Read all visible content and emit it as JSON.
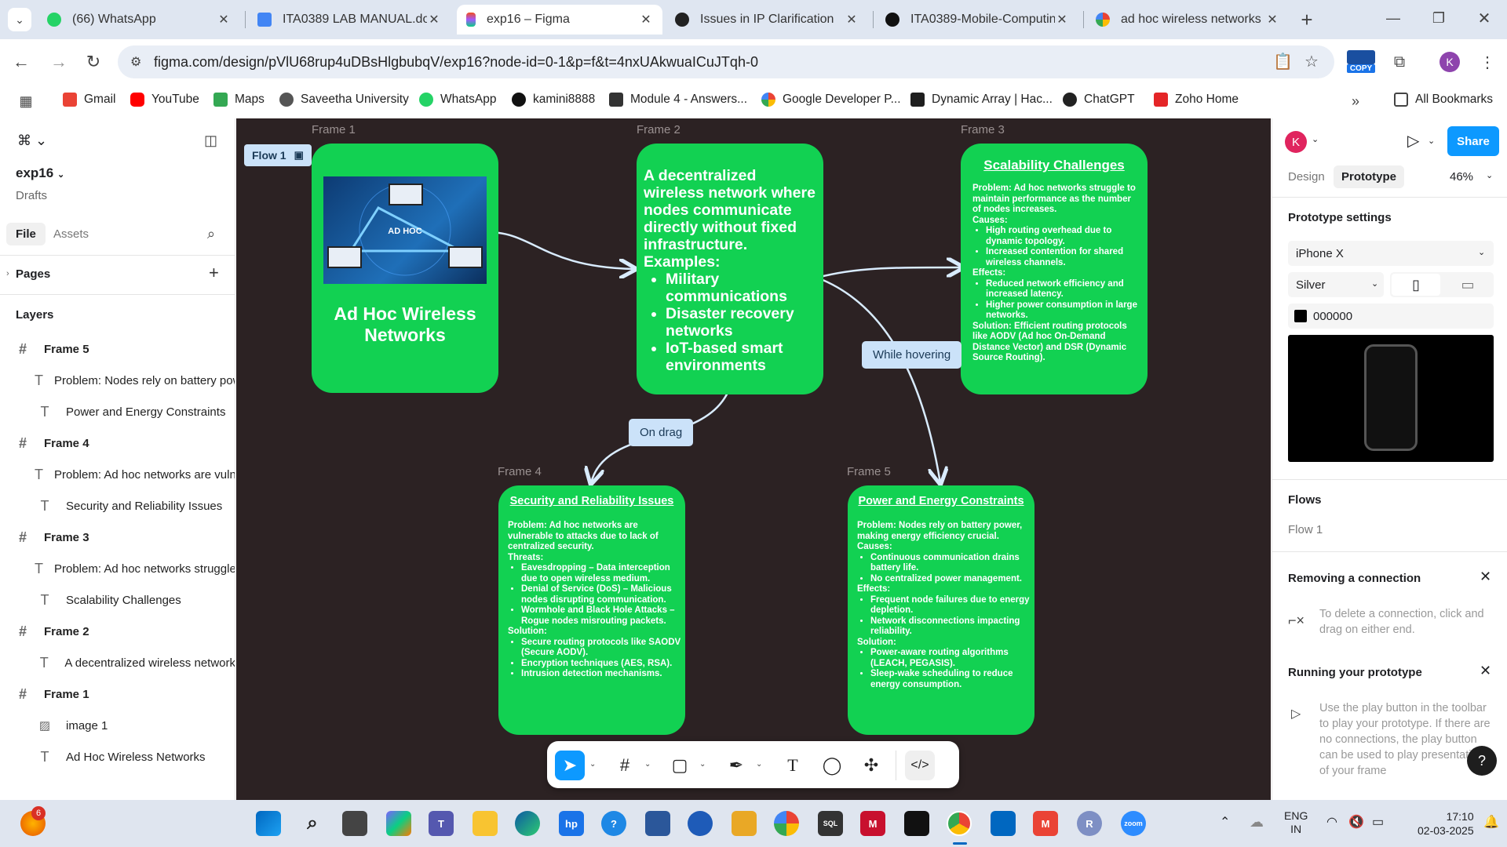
{
  "tabs": [
    {
      "title": "(66) WhatsApp",
      "favicon": "whatsapp-icon",
      "active": false
    },
    {
      "title": "ITA0389 LAB MANUAL.doc",
      "favicon": "google-docs-icon",
      "active": false
    },
    {
      "title": "exp16 – Figma",
      "favicon": "figma-icon",
      "active": true
    },
    {
      "title": "Issues in IP Clarification",
      "favicon": "chatgpt-icon",
      "active": false
    },
    {
      "title": "ITA0389-Mobile-Computin",
      "favicon": "github-icon",
      "active": false
    },
    {
      "title": "ad hoc wireless networks",
      "favicon": "google-icon",
      "active": false
    }
  ],
  "address_bar": {
    "url": "figma.com/design/pVlU68rup4uDBsHlgbubqV/exp16?node-id=0-1&p=f&t=4nxUAkwuaICuJTqh-0"
  },
  "extensions": {
    "copy_badge": "COPY",
    "profile_initial": "K"
  },
  "bookmarks": [
    {
      "label": "Gmail",
      "icon": "gmail-icon"
    },
    {
      "label": "YouTube",
      "icon": "youtube-icon"
    },
    {
      "label": "Maps",
      "icon": "maps-icon"
    },
    {
      "label": "Saveetha University",
      "icon": "globe-icon"
    },
    {
      "label": "WhatsApp",
      "icon": "whatsapp-icon"
    },
    {
      "label": "kamini8888",
      "icon": "github-icon"
    },
    {
      "label": "Module 4 - Answers...",
      "icon": "page-icon"
    },
    {
      "label": "Google Developer P...",
      "icon": "google-icon"
    },
    {
      "label": "Dynamic Array | Hac...",
      "icon": "hackerrank-icon"
    },
    {
      "label": "ChatGPT",
      "icon": "chatgpt-icon"
    },
    {
      "label": "Zoho Home",
      "icon": "zoho-icon"
    }
  ],
  "all_bookmarks": "All Bookmarks",
  "left_panel": {
    "file_name": "exp16",
    "location": "Drafts",
    "tab_file": "File",
    "tab_assets": "Assets",
    "pages_label": "Pages",
    "layers_label": "Layers",
    "layers": [
      {
        "type": "frame",
        "name": "Frame 5"
      },
      {
        "type": "text",
        "name": "Problem: Nodes rely on battery power"
      },
      {
        "type": "text",
        "name": "Power and Energy Constraints"
      },
      {
        "type": "frame",
        "name": "Frame 4"
      },
      {
        "type": "text",
        "name": "Problem: Ad hoc networks are vulnerable"
      },
      {
        "type": "text",
        "name": "Security and Reliability Issues"
      },
      {
        "type": "frame",
        "name": "Frame 3"
      },
      {
        "type": "text",
        "name": "Problem: Ad hoc networks struggle"
      },
      {
        "type": "text",
        "name": "Scalability Challenges"
      },
      {
        "type": "frame",
        "name": "Frame 2"
      },
      {
        "type": "text",
        "name": "A decentralized wireless network"
      },
      {
        "type": "frame",
        "name": "Frame 1"
      },
      {
        "type": "image",
        "name": "image 1"
      },
      {
        "type": "text",
        "name": "Ad Hoc Wireless Networks"
      }
    ]
  },
  "canvas": {
    "flow_label": "Flow 1",
    "frame_labels": [
      "Frame 1",
      "Frame 2",
      "Frame 3",
      "Frame 4",
      "Frame 5"
    ],
    "frame1": {
      "image_text": "AD HOC",
      "title": "Ad Hoc Wireless Networks"
    },
    "frame2": {
      "intro": "A decentralized wireless network where nodes communicate directly without fixed infrastructure.",
      "examples_label": "Examples:",
      "examples": [
        "Military communications",
        "Disaster recovery networks",
        "IoT-based smart environments"
      ]
    },
    "frame3": {
      "title": "Scalability Challenges",
      "problem": "Problem: Ad hoc networks struggle to maintain performance as the number of nodes increases.",
      "causes_label": "Causes:",
      "causes": [
        "High routing overhead due to dynamic topology.",
        "Increased contention for shared wireless channels."
      ],
      "effects_label": "Effects:",
      "effects": [
        "Reduced network efficiency and increased latency.",
        "Higher power consumption in large networks."
      ],
      "solution": "Solution: Efficient routing protocols like AODV (Ad hoc On-Demand Distance Vector) and DSR (Dynamic Source Routing)."
    },
    "frame4": {
      "title": "Security and Reliability Issues",
      "problem": "Problem: Ad hoc networks are vulnerable to attacks due to lack of centralized security.",
      "threats_label": "Threats:",
      "threats": [
        "Eavesdropping – Data interception due to open wireless medium.",
        "Denial of Service (DoS) – Malicious nodes disrupting communication.",
        "Wormhole and Black Hole Attacks – Rogue nodes misrouting packets."
      ],
      "solution_label": "Solution:",
      "solutions": [
        "Secure routing protocols like SAODV (Secure AODV).",
        "Encryption techniques (AES, RSA).",
        "Intrusion detection mechanisms."
      ]
    },
    "frame5": {
      "title": "Power and Energy Constraints",
      "problem": "Problem: Nodes rely on battery power, making energy efficiency crucial.",
      "causes_label": "Causes:",
      "causes": [
        "Continuous communication drains battery life.",
        "No centralized power management."
      ],
      "effects_label": "Effects:",
      "effects": [
        "Frequent node failures due to energy depletion.",
        "Network disconnections impacting reliability."
      ],
      "solution_label": "Solution:",
      "solutions": [
        "Power-aware routing algorithms (LEACH, PEGASIS).",
        "Sleep-wake scheduling to reduce energy consumption."
      ]
    },
    "connection_labels": {
      "on_drag": "On drag",
      "while_hovering": "While hovering"
    }
  },
  "right_panel": {
    "avatar_initial": "K",
    "share_label": "Share",
    "tab_design": "Design",
    "tab_prototype": "Prototype",
    "zoom": "46%",
    "prototype_settings_label": "Prototype settings",
    "device": "iPhone X",
    "color_option": "Silver",
    "background_hex": "000000",
    "flows_label": "Flows",
    "flow_item": "Flow 1",
    "removing_title": "Removing a connection",
    "removing_text": "To delete a connection, click and drag on either end.",
    "running_title": "Running your prototype",
    "running_text": "Use the play button in the toolbar to play your prototype. If there are no connections, the play button can be used to play presentation of your frame"
  },
  "taskbar": {
    "notification_count": "6",
    "language_line1": "ENG",
    "language_line2": "IN",
    "time": "17:10",
    "date": "02-03-2025"
  },
  "colors": {
    "frame_green": "#12d152",
    "canvas_bg": "#2c2223",
    "figma_blue": "#0d99ff",
    "label_blue": "#cbe2f9"
  }
}
